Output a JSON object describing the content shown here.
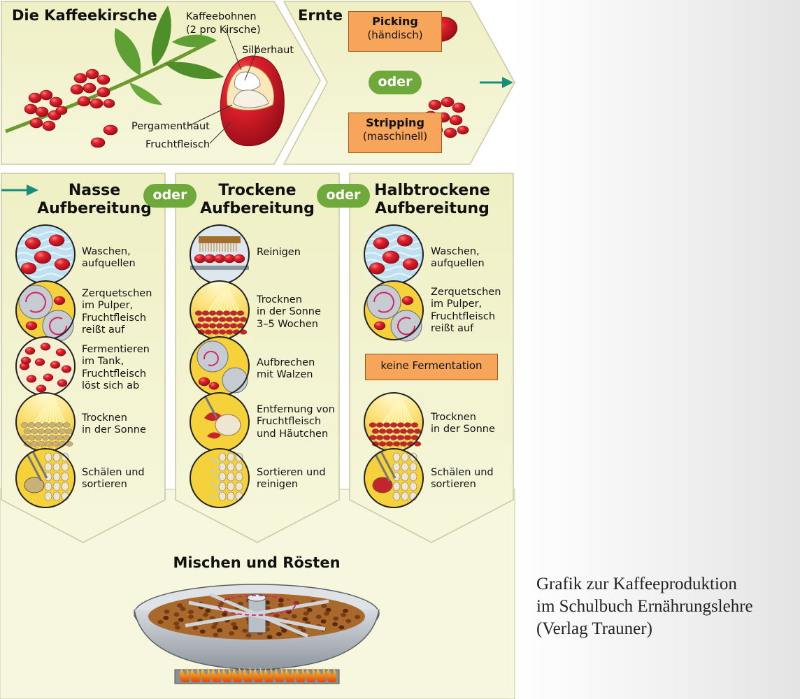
{
  "cherry": {
    "title": "Die Kaffeekirsche",
    "labels": {
      "beans_line1": "Kaffeebohnen",
      "beans_line2": "(2 pro Kirsche)",
      "silverskin": "Silberhaut",
      "parchment": "Pergamenthaut",
      "pulp": "Fruchtfleisch"
    }
  },
  "harvest": {
    "title": "Ernte",
    "picking": {
      "title": "Picking",
      "sub": "(händisch)"
    },
    "or": "oder",
    "stripping": {
      "title": "Stripping",
      "sub": "(maschinell)"
    }
  },
  "processing": {
    "or1": "oder",
    "or2": "oder",
    "columns": [
      {
        "title_line1": "Nasse",
        "title_line2": "Aufbereitung",
        "steps": [
          {
            "icon": "washing-icon",
            "text": "Waschen,\naufquellen"
          },
          {
            "icon": "pulper-icon",
            "text": "Zerquetschen\nim Pulper,\nFruchtfleisch\nreißt auf"
          },
          {
            "icon": "fermentation-icon",
            "text": "Fermentieren\nim Tank,\nFruchtfleisch\nlöst sich ab"
          },
          {
            "icon": "sun-drying-icon",
            "text": "Trocknen\nin der Sonne"
          },
          {
            "icon": "hulling-icon",
            "text": "Schälen und\nsortieren"
          }
        ]
      },
      {
        "title_line1": "Trockene",
        "title_line2": "Aufbereitung",
        "steps": [
          {
            "icon": "cleaning-icon",
            "text": "Reinigen"
          },
          {
            "icon": "sun-drying-icon",
            "text": "Trocknen\nin der Sonne\n3–5 Wochen"
          },
          {
            "icon": "rollers-icon",
            "text": "Aufbrechen\nmit Walzen"
          },
          {
            "icon": "pulp-removal-icon",
            "text": "Entfernung von\nFruchtfleisch\nund Häutchen"
          },
          {
            "icon": "sorting-icon",
            "text": "Sortieren und\nreinigen"
          }
        ]
      },
      {
        "title_line1": "Halbtrockene",
        "title_line2": "Aufbereitung",
        "no_fermentation": "keine Fermentation",
        "steps": [
          {
            "icon": "washing-icon",
            "text": "Waschen,\naufquellen"
          },
          {
            "icon": "pulper-icon",
            "text": "Zerquetschen\nim Pulper,\nFruchtfleisch\nreißt auf"
          },
          {
            "icon": "sun-drying-icon",
            "text": "Trocknen\nin der Sonne"
          },
          {
            "icon": "hulling-icon",
            "text": "Schälen und\nsortieren"
          }
        ]
      }
    ]
  },
  "roasting": {
    "title": "Mischen und Rösten"
  },
  "caption": {
    "line1": "Grafik zur Kaffeeproduktion",
    "line2": "im Schulbuch Ernährungslehre",
    "line3": "(Verlag Trauner)"
  },
  "colors": {
    "panel": "#f1f1c8",
    "cherry_red": "#d71f2b",
    "orange_box": "#f7a55a",
    "green_pill": "#6fa83b",
    "teal_arrow": "#1a8c7d",
    "circle_yellow": "#f5d23c",
    "circle_blue": "#bfe0f0"
  }
}
